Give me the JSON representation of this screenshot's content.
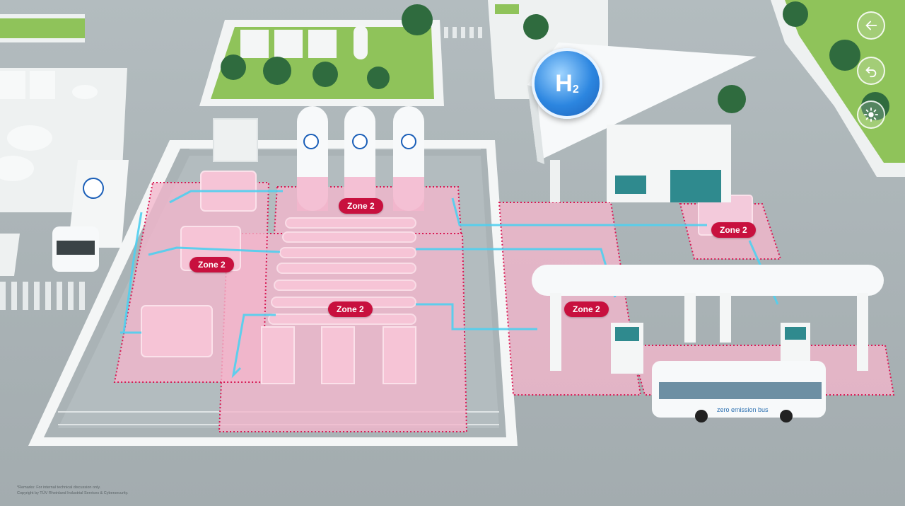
{
  "scene": {
    "zone_badges": [
      "Zone 2",
      "Zone 2",
      "Zone 2",
      "Zone 2",
      "Zone 2"
    ],
    "hydrogen_symbol": "H",
    "hydrogen_subscript": "2",
    "bus_label": "zero emission bus",
    "remarks_line1": "*Remarks: For internal technical discussion only.",
    "remarks_line2": "Copyright by TÜV Rheinland Industrial Services & Cybersecurity."
  },
  "nav": {
    "back_icon": "arrow-left-icon",
    "undo_icon": "undo-arrow-icon",
    "light_icon": "sun-icon"
  },
  "colors": {
    "zone_fill": "#f3b6cc",
    "zone_border": "#d81b55",
    "badge": "#c8103e",
    "pipe": "#4fd0f0",
    "grass": "#8fc35a"
  }
}
